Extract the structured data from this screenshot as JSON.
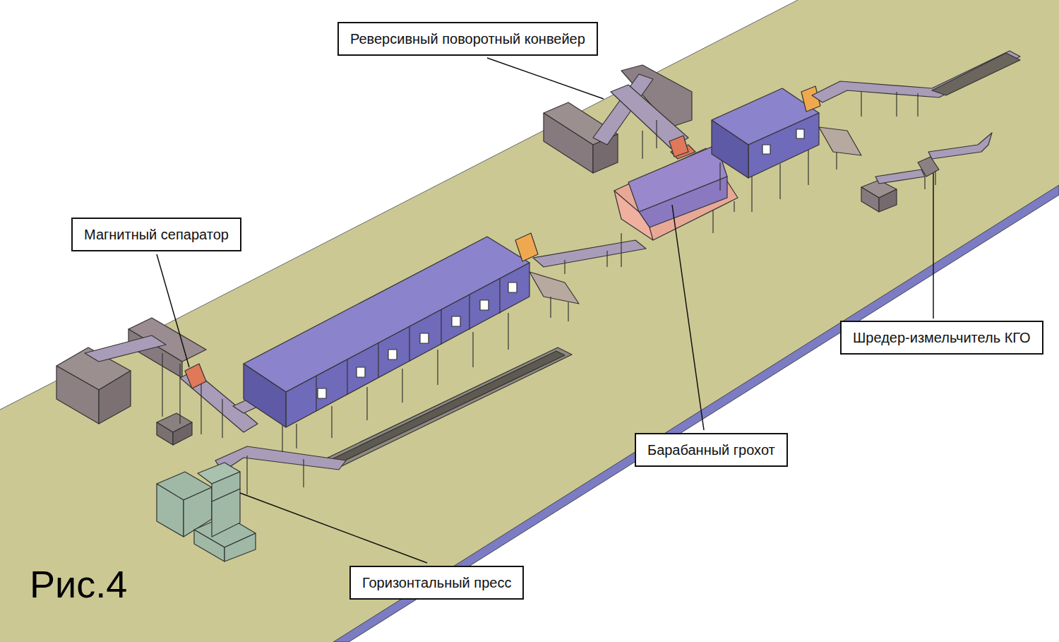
{
  "diagram": {
    "caption": "Рис.4",
    "nodes": [
      {
        "text": [
          "Реверсивный поворотный конвейер"
        ]
      },
      {
        "text": [
          "Магнитный сепаратор"
        ]
      },
      {
        "text": [
          "Шредер-измельчитель КГО"
        ]
      },
      {
        "text": [
          "Барабанный грохот"
        ]
      },
      {
        "text": [
          "Горизонтальный пресс"
        ]
      }
    ]
  }
}
